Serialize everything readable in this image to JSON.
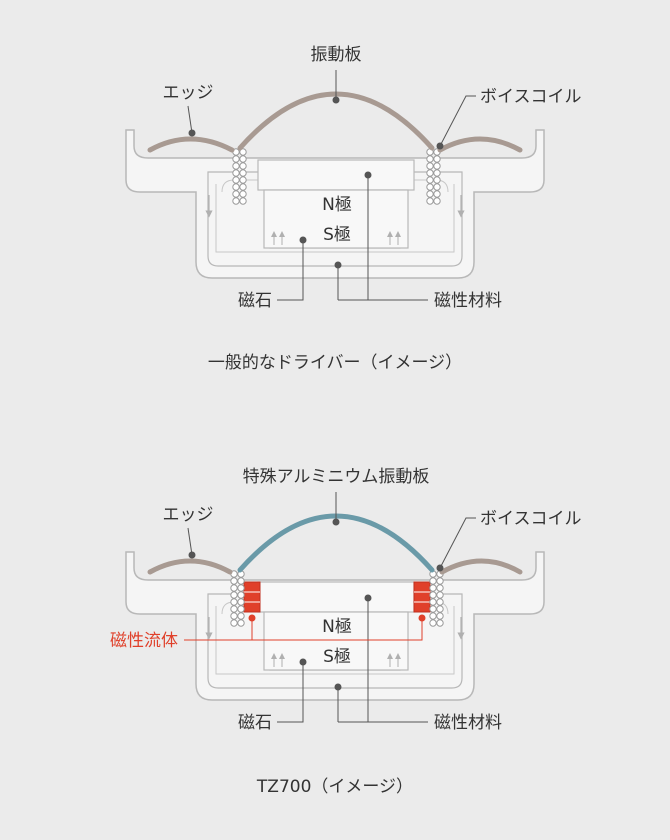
{
  "diagrams": [
    {
      "title": "振動板",
      "labels": {
        "edge": "エッジ",
        "voice_coil": "ボイスコイル",
        "n_pole": "N極",
        "s_pole": "S極",
        "magnet": "磁石",
        "magnetic_material": "磁性材料"
      },
      "caption": "一般的なドライバー（イメージ）",
      "colors": {
        "diaphragm": "#a89a92",
        "edge": "#a89a92"
      }
    },
    {
      "title": "特殊アルミニウム振動板",
      "labels": {
        "edge": "エッジ",
        "voice_coil": "ボイスコイル",
        "n_pole": "N極",
        "s_pole": "S極",
        "magnet": "磁石",
        "magnetic_material": "磁性材料",
        "magnetic_fluid": "磁性流体"
      },
      "caption": "TZ700（イメージ）",
      "colors": {
        "diaphragm": "#6a9aa8",
        "edge": "#a89a92",
        "fluid": "#e0402a"
      }
    }
  ],
  "colors": {
    "background": "#ebebeb",
    "frame": "#b8b8b8",
    "frame_fill": "#f5f5f5",
    "text": "#333333",
    "fluid_label": "#e0402a",
    "arrow": "#b0b0b0"
  }
}
